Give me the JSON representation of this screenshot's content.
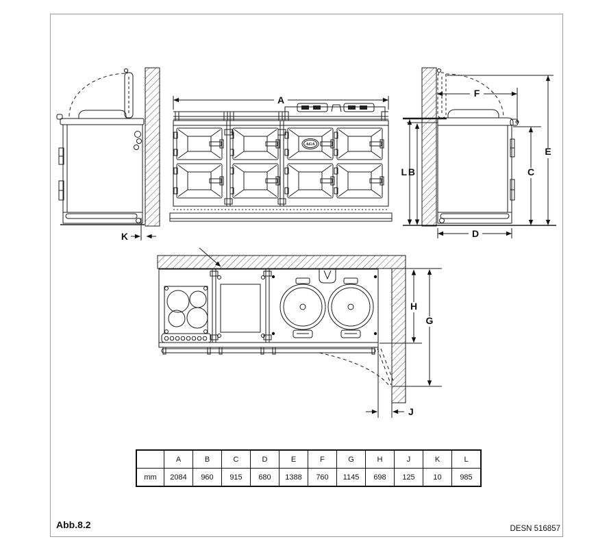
{
  "page": {
    "caption": "Abb.8.2",
    "doc_number": "DESN 516857"
  },
  "dims": {
    "A": "A",
    "B": "B",
    "C": "C",
    "D": "D",
    "E": "E",
    "F": "F",
    "G": "G",
    "H": "H",
    "J": "J",
    "K": "K",
    "L": "L"
  },
  "front": {
    "logo": "AGA"
  },
  "table": {
    "unit": "mm",
    "columns": [
      "A",
      "B",
      "C",
      "D",
      "E",
      "F",
      "G",
      "H",
      "J",
      "K",
      "L"
    ],
    "values": [
      "2084",
      "960",
      "915",
      "680",
      "1388",
      "760",
      "1145",
      "698",
      "125",
      "10",
      "985"
    ]
  }
}
